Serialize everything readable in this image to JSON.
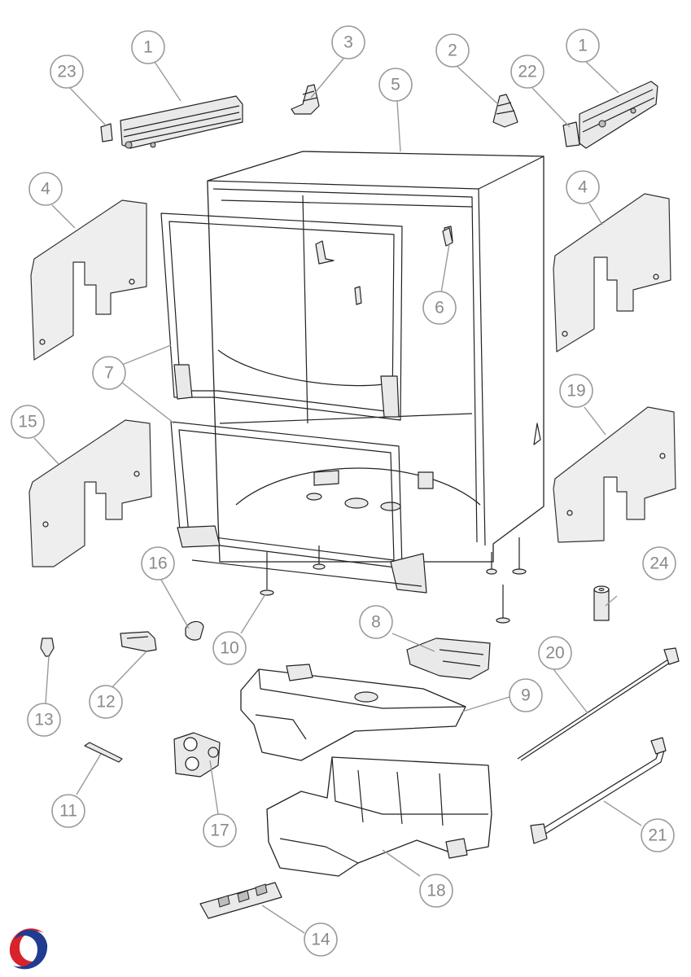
{
  "callouts": [
    {
      "id": "c1a",
      "label": "1"
    },
    {
      "id": "c1b",
      "label": "1"
    },
    {
      "id": "c2",
      "label": "2"
    },
    {
      "id": "c3",
      "label": "3"
    },
    {
      "id": "c4a",
      "label": "4"
    },
    {
      "id": "c4b",
      "label": "4"
    },
    {
      "id": "c5",
      "label": "5"
    },
    {
      "id": "c6",
      "label": "6"
    },
    {
      "id": "c7",
      "label": "7"
    },
    {
      "id": "c8",
      "label": "8"
    },
    {
      "id": "c9",
      "label": "9"
    },
    {
      "id": "c10",
      "label": "10"
    },
    {
      "id": "c11",
      "label": "11"
    },
    {
      "id": "c12",
      "label": "12"
    },
    {
      "id": "c13",
      "label": "13"
    },
    {
      "id": "c14",
      "label": "14"
    },
    {
      "id": "c15",
      "label": "15"
    },
    {
      "id": "c16",
      "label": "16"
    },
    {
      "id": "c17",
      "label": "17"
    },
    {
      "id": "c18",
      "label": "18"
    },
    {
      "id": "c19",
      "label": "19"
    },
    {
      "id": "c20",
      "label": "20"
    },
    {
      "id": "c21",
      "label": "21"
    },
    {
      "id": "c22",
      "label": "22"
    },
    {
      "id": "c23",
      "label": "23"
    },
    {
      "id": "c24",
      "label": "24"
    }
  ],
  "brand": {
    "logo_icon": "spiral-logo-icon",
    "colors": {
      "red": "#d8232a",
      "blue": "#1f3c8f"
    }
  }
}
